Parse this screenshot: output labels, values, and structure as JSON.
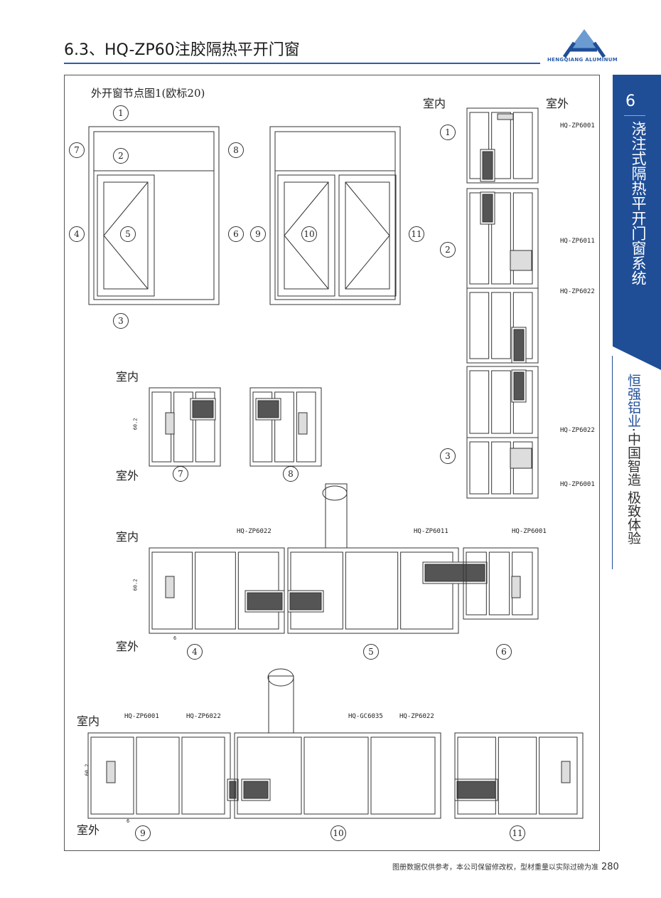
{
  "header": {
    "title": "6.3、HQ-ZP60注胶隔热平开门窗",
    "logo_text": "HENGQIANG ALUMINUM"
  },
  "sidebar": {
    "chapter": "6",
    "chapter_title": "浇注式隔热平开门窗系统",
    "brand": "恒强铝业",
    "dot": "·",
    "slogan": "中国智造 极致体验"
  },
  "drawing": {
    "caption": "外开窗节点图1(欧标20)",
    "indoor": "室内",
    "outdoor": "室外",
    "markers": [
      "1",
      "2",
      "3",
      "4",
      "5",
      "6",
      "7",
      "8",
      "9",
      "10",
      "11"
    ],
    "codes": {
      "zp6001": "HQ-ZP6001",
      "zp6011": "HQ-ZP6011",
      "zp6022": "HQ-ZP6022",
      "gc6035": "HQ-GC6035"
    },
    "dim_height": "60.2",
    "dim_gap": "6"
  },
  "footer": {
    "note": "图册数据仅供参考，本公司保留修改权，型材重量以实际过磅为准",
    "page": "280"
  },
  "colors": {
    "brand_blue": "#1f4e97"
  }
}
